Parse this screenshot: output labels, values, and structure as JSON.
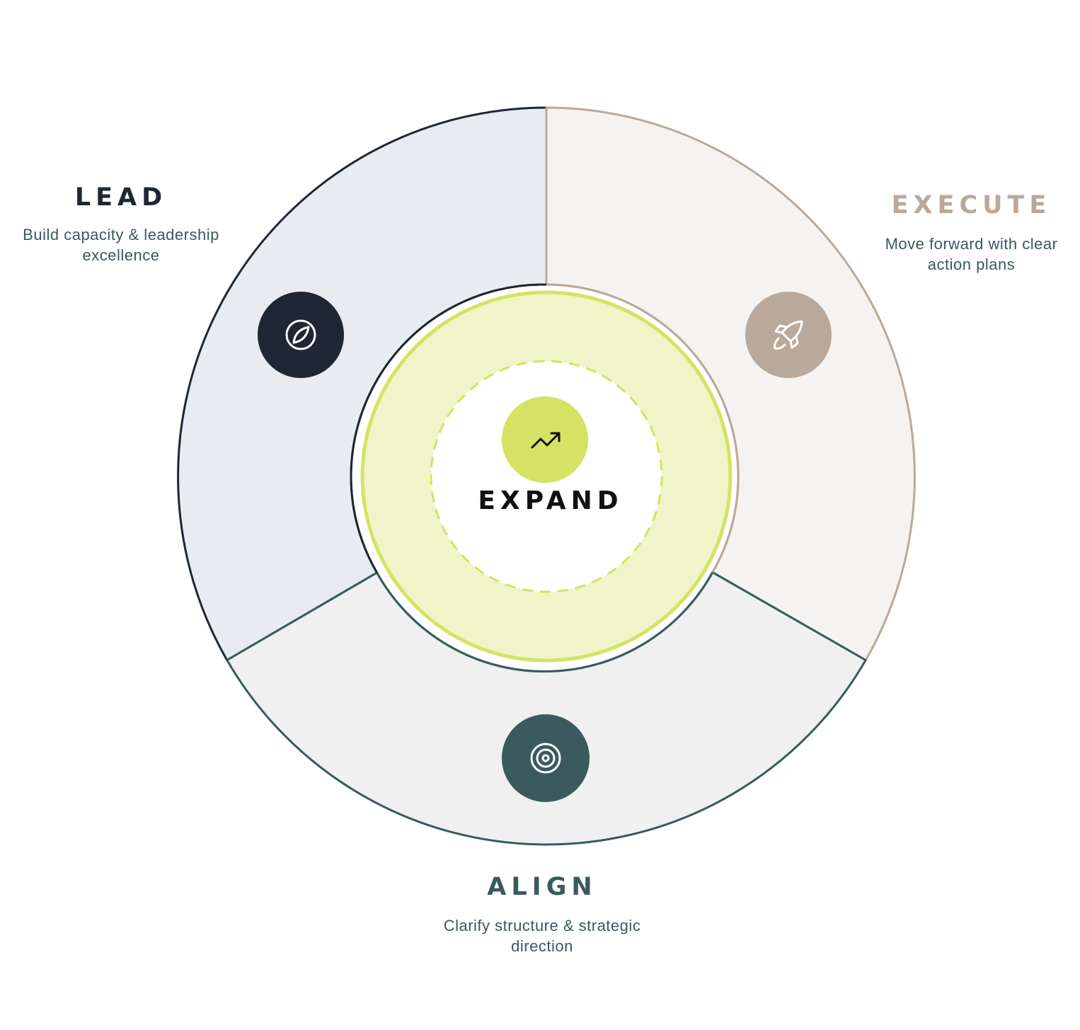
{
  "center": {
    "title": "EXPAND",
    "icon": "trending-up-icon"
  },
  "segments": [
    {
      "key": "lead",
      "title": "LEAD",
      "description_line1": "Build capacity & leadership",
      "description_line2": "excellence",
      "icon": "compass-icon",
      "color": "#1e2733",
      "fill": "#e8ecf0"
    },
    {
      "key": "execute",
      "title": "EXECUTE",
      "description_line1": "Move forward with clear",
      "description_line2": "action plans",
      "icon": "rocket-icon",
      "color": "#b9a99a",
      "fill": "#f4f3f1"
    },
    {
      "key": "align",
      "title": "ALIGN",
      "description_line1": "Clarify structure & strategic",
      "description_line2": "direction",
      "icon": "target-icon",
      "color": "#3a5a5e",
      "fill": "#eff0ef"
    }
  ],
  "colors": {
    "accent": "#d4e363",
    "ring_fill": "#eff5c9"
  }
}
